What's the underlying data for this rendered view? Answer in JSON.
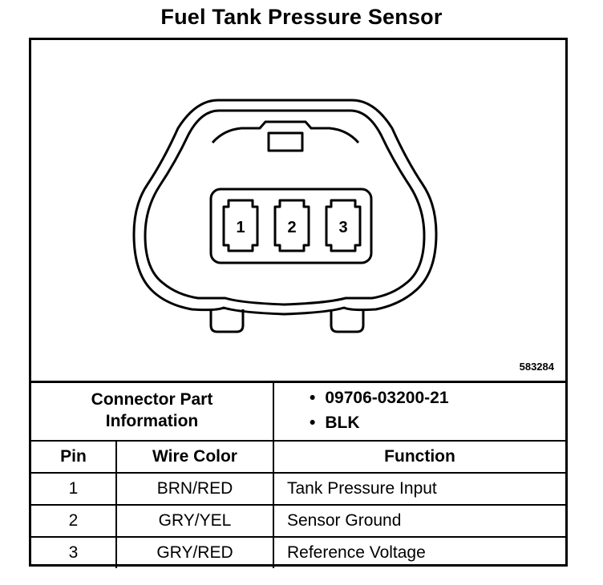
{
  "title": "Fuel Tank Pressure Sensor",
  "figure_id": "583284",
  "connector": {
    "pins_shown": [
      "1",
      "2",
      "3"
    ]
  },
  "part_info": {
    "label_line1": "Connector Part",
    "label_line2": "Information",
    "items": [
      "09706-03200-21",
      "BLK"
    ]
  },
  "table": {
    "headers": {
      "pin": "Pin",
      "wire_color": "Wire Color",
      "function": "Function"
    },
    "rows": [
      {
        "pin": "1",
        "wire_color": "BRN/RED",
        "function": "Tank Pressure Input"
      },
      {
        "pin": "2",
        "wire_color": "GRY/YEL",
        "function": "Sensor Ground"
      },
      {
        "pin": "3",
        "wire_color": "GRY/RED",
        "function": "Reference Voltage"
      }
    ]
  }
}
